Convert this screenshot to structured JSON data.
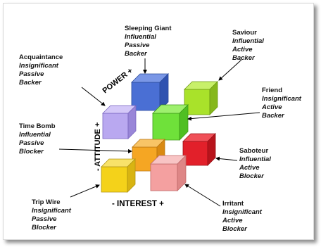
{
  "axes": {
    "power": "POWER +",
    "attitude": "- ATTITUDE +",
    "interest": "- INTEREST +"
  },
  "colors": {
    "blue": "#4a6fd4",
    "lime": "#a9e22a",
    "lavender": "#b9a8f0",
    "green": "#6fe13a",
    "orange": "#f5a623",
    "red": "#e2202a",
    "yellow": "#f4d21a",
    "pink": "#f4a0a0"
  },
  "stakeholders": [
    {
      "id": "sleeping-giant",
      "name": "Sleeping Giant",
      "traits": [
        "Influential",
        "Passive",
        "Backer"
      ]
    },
    {
      "id": "saviour",
      "name": "Saviour",
      "traits": [
        "Influential",
        "Active",
        "Backer"
      ]
    },
    {
      "id": "acquaintance",
      "name": "Acquaintance",
      "traits": [
        "Insignificant",
        "Passive",
        "Backer"
      ]
    },
    {
      "id": "friend",
      "name": "Friend",
      "traits": [
        "Insignificant",
        "Active",
        "Backer"
      ]
    },
    {
      "id": "time-bomb",
      "name": "Time Bomb",
      "traits": [
        "Influential",
        "Passive",
        "Blocker"
      ]
    },
    {
      "id": "saboteur",
      "name": "Saboteur",
      "traits": [
        "Influential",
        "Active",
        "Blocker"
      ]
    },
    {
      "id": "trip-wire",
      "name": "Trip Wire",
      "traits": [
        "Insignificant",
        "Passive",
        "Blocker"
      ]
    },
    {
      "id": "irritant",
      "name": "Irritant",
      "traits": [
        "Insignificant",
        "Active",
        "Blocker"
      ]
    }
  ]
}
